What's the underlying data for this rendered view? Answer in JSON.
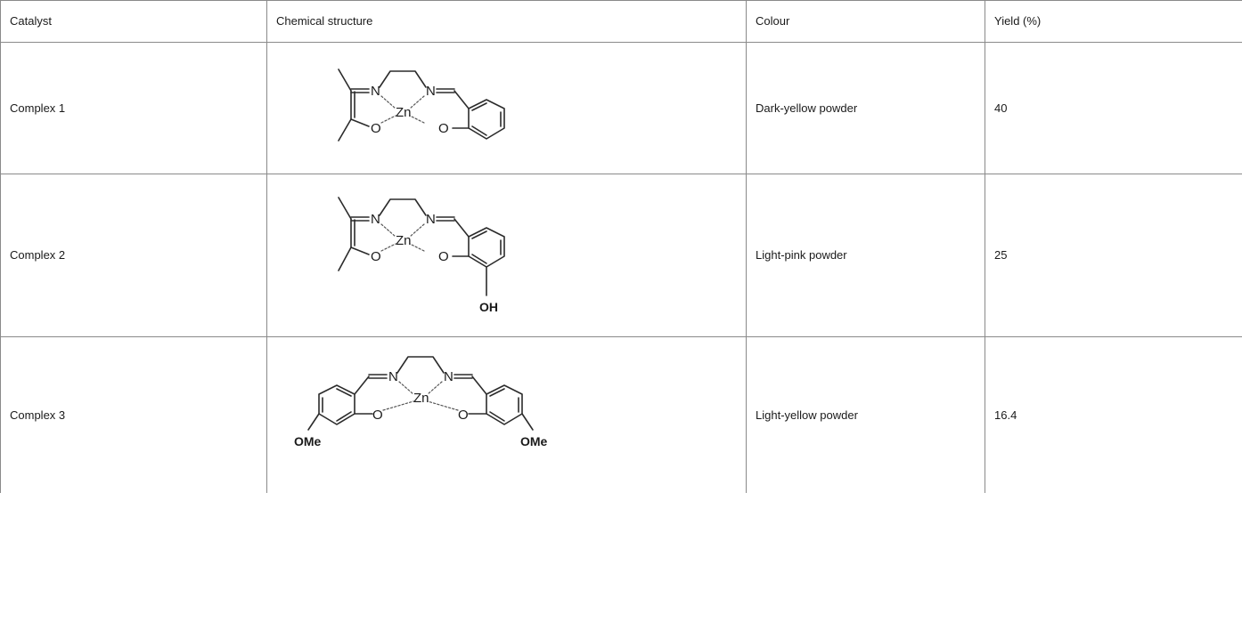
{
  "headers": {
    "catalyst": "Catalyst",
    "structure": "Chemical structure",
    "colour": "Colour",
    "yield": "Yield (%)"
  },
  "rows": [
    {
      "catalyst": "Complex 1",
      "structure_icon": "zn-salen-acac-complex-1",
      "structure_labels": {
        "n1": "N",
        "n2": "N",
        "zn": "Zn",
        "o1": "O",
        "o2": "O"
      },
      "colour": "Dark-yellow powder",
      "yield": "40"
    },
    {
      "catalyst": "Complex 2",
      "structure_icon": "zn-salen-acac-hydroxy-complex-2",
      "structure_labels": {
        "n1": "N",
        "n2": "N",
        "zn": "Zn",
        "o1": "O",
        "o2": "O",
        "sub": "OH"
      },
      "colour": "Light-pink powder",
      "yield": "25"
    },
    {
      "catalyst": "Complex 3",
      "structure_icon": "zn-salen-bis-methoxy-complex-3",
      "structure_labels": {
        "n1": "N",
        "n2": "N",
        "zn": "Zn",
        "o1": "O",
        "o2": "O",
        "sub1": "OMe",
        "sub2": "OMe"
      },
      "colour": "Light-yellow powder",
      "yield": "16.4"
    }
  ]
}
